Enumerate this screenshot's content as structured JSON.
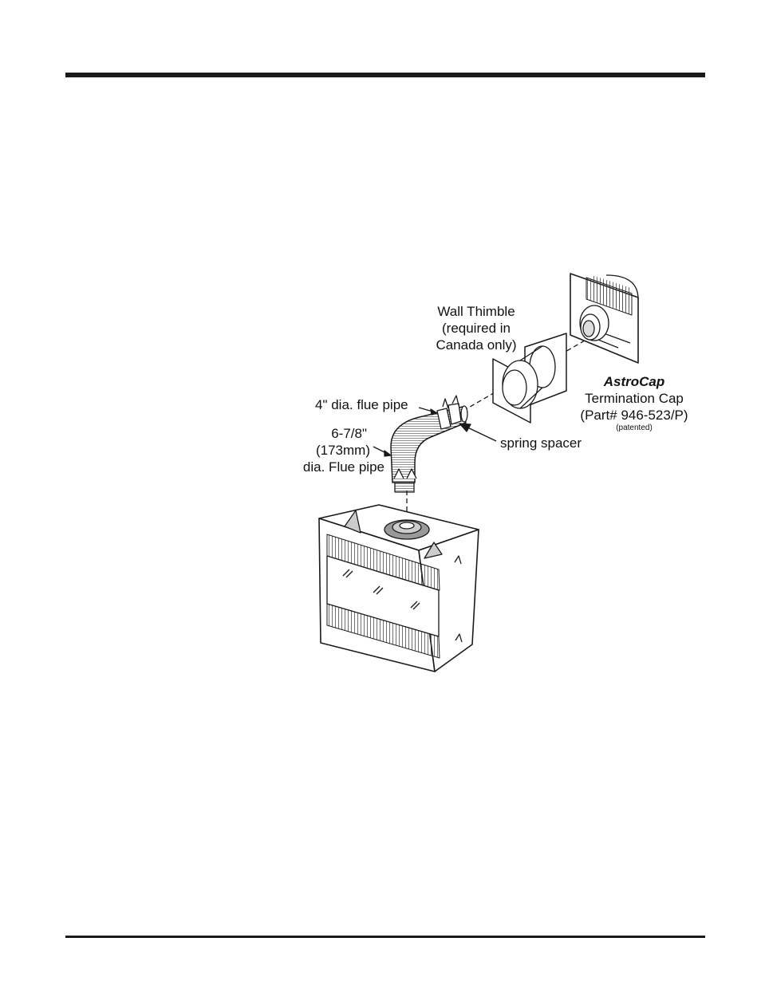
{
  "labels": {
    "wall_thimble": [
      "Wall Thimble",
      "(required in",
      "Canada only)"
    ],
    "astrocap_name": "AstroCap",
    "astrocap_desc": [
      "Termination Cap",
      "(Part# 946-523/P)"
    ],
    "astrocap_note": "(patented)",
    "flue_4in": "4\" dia. flue pipe",
    "flue_678": [
      "6-7/8\"",
      "(173mm)",
      "dia. Flue pipe"
    ],
    "spring_spacer": "spring spacer"
  }
}
